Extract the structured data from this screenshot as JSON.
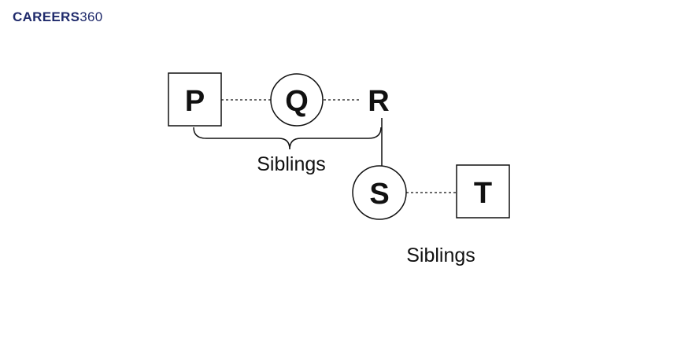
{
  "logo": {
    "brand": "CAREERS",
    "number": "360"
  },
  "diagram": {
    "nodes": {
      "P": {
        "label": "P",
        "shape": "square"
      },
      "Q": {
        "label": "Q",
        "shape": "circle"
      },
      "R": {
        "label": "R",
        "shape": "none"
      },
      "S": {
        "label": "S",
        "shape": "circle"
      },
      "T": {
        "label": "T",
        "shape": "square"
      }
    },
    "captions": {
      "top": "Siblings",
      "bottom": "Siblings"
    },
    "colors": {
      "stroke": "#111111",
      "text": "#111111",
      "brand": "#1f2a6b"
    }
  }
}
